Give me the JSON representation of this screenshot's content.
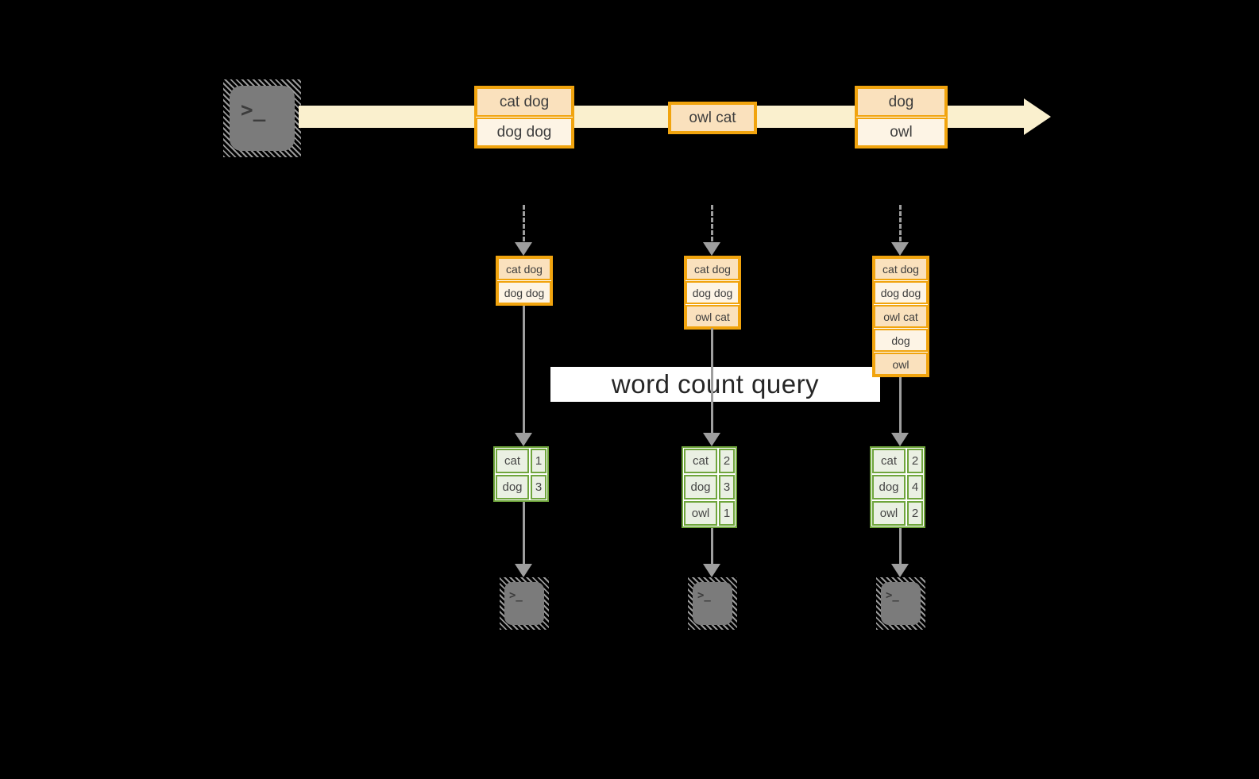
{
  "query_label": "word count query",
  "terminal_glyph": ">_",
  "stream": {
    "batches": [
      {
        "records": [
          "cat dog",
          "dog dog"
        ]
      },
      {
        "records": [
          "owl cat"
        ]
      },
      {
        "records": [
          "dog",
          "owl"
        ]
      }
    ]
  },
  "micro_batches": [
    {
      "records": [
        "cat dog",
        "dog dog"
      ]
    },
    {
      "records": [
        "cat dog",
        "dog dog",
        "owl cat"
      ]
    },
    {
      "records": [
        "cat dog",
        "dog dog",
        "owl cat",
        "dog",
        "owl"
      ]
    }
  ],
  "result_tables": [
    {
      "rows": [
        [
          "cat",
          "1"
        ],
        [
          "dog",
          "3"
        ]
      ]
    },
    {
      "rows": [
        [
          "cat",
          "2"
        ],
        [
          "dog",
          "3"
        ],
        [
          "owl",
          "1"
        ]
      ]
    },
    {
      "rows": [
        [
          "cat",
          "2"
        ],
        [
          "dog",
          "4"
        ],
        [
          "owl",
          "2"
        ]
      ]
    }
  ],
  "colors": {
    "background": "#000000",
    "stream_band": "#FAF0CE",
    "box_border": "#F1A40E",
    "fill_peach": "#FAE1BD",
    "fill_cream": "#FDF4E5",
    "table_border": "#6FA53C",
    "table_fill": "#EAF0E3",
    "arrow_gray": "#9E9E9E"
  }
}
